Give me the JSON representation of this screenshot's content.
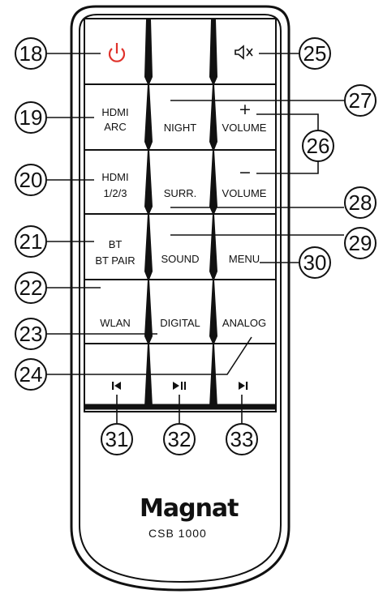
{
  "colors": {
    "outline": "#111111",
    "power": "#e0322b",
    "background": "#ffffff"
  },
  "buttons": {
    "power_icon": "power-icon",
    "mute_icon": "mute-icon",
    "hdmi_arc": [
      "HDMI",
      "ARC"
    ],
    "night": "NIGHT",
    "volume_up": {
      "symbol": "+",
      "label": "VOLUME"
    },
    "hdmi_123": [
      "HDMI",
      "1/2/3"
    ],
    "surr": "SURR.",
    "volume_down": {
      "symbol": "−",
      "label": "VOLUME"
    },
    "bt": [
      "BT",
      "BT PAIR"
    ],
    "sound": "SOUND",
    "menu": "MENU",
    "wlan": "WLAN",
    "digital": "DIGITAL",
    "analog": "ANALOG",
    "prev": "previous-track-icon",
    "play_pause": "play-pause-icon",
    "next": "next-track-icon"
  },
  "callouts": {
    "c18": "18",
    "c19": "19",
    "c20": "20",
    "c21": "21",
    "c22": "22",
    "c23": "23",
    "c24": "24",
    "c25": "25",
    "c26": "26",
    "c27": "27",
    "c28": "28",
    "c29": "29",
    "c30": "30",
    "c31": "31",
    "c32": "32",
    "c33": "33"
  },
  "brand": {
    "name": "Magnat",
    "model": "CSB 1000"
  }
}
